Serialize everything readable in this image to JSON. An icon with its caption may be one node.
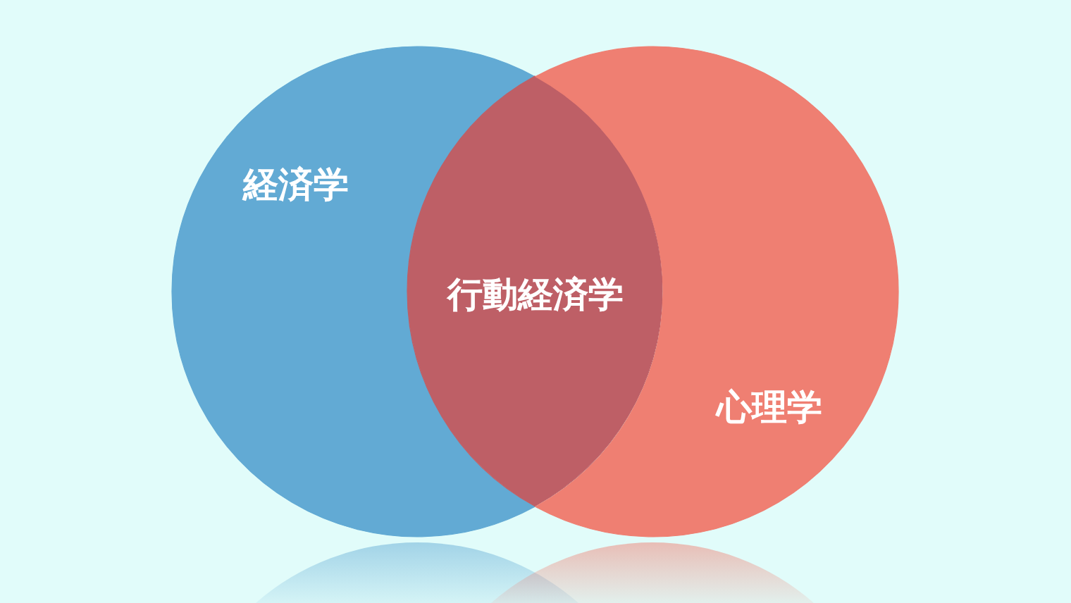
{
  "diagram": {
    "nodes": [
      {
        "text": [
          "経済学"
        ]
      },
      {
        "text": [
          "行動経済学"
        ]
      },
      {
        "text": [
          "心理学"
        ]
      }
    ]
  }
}
